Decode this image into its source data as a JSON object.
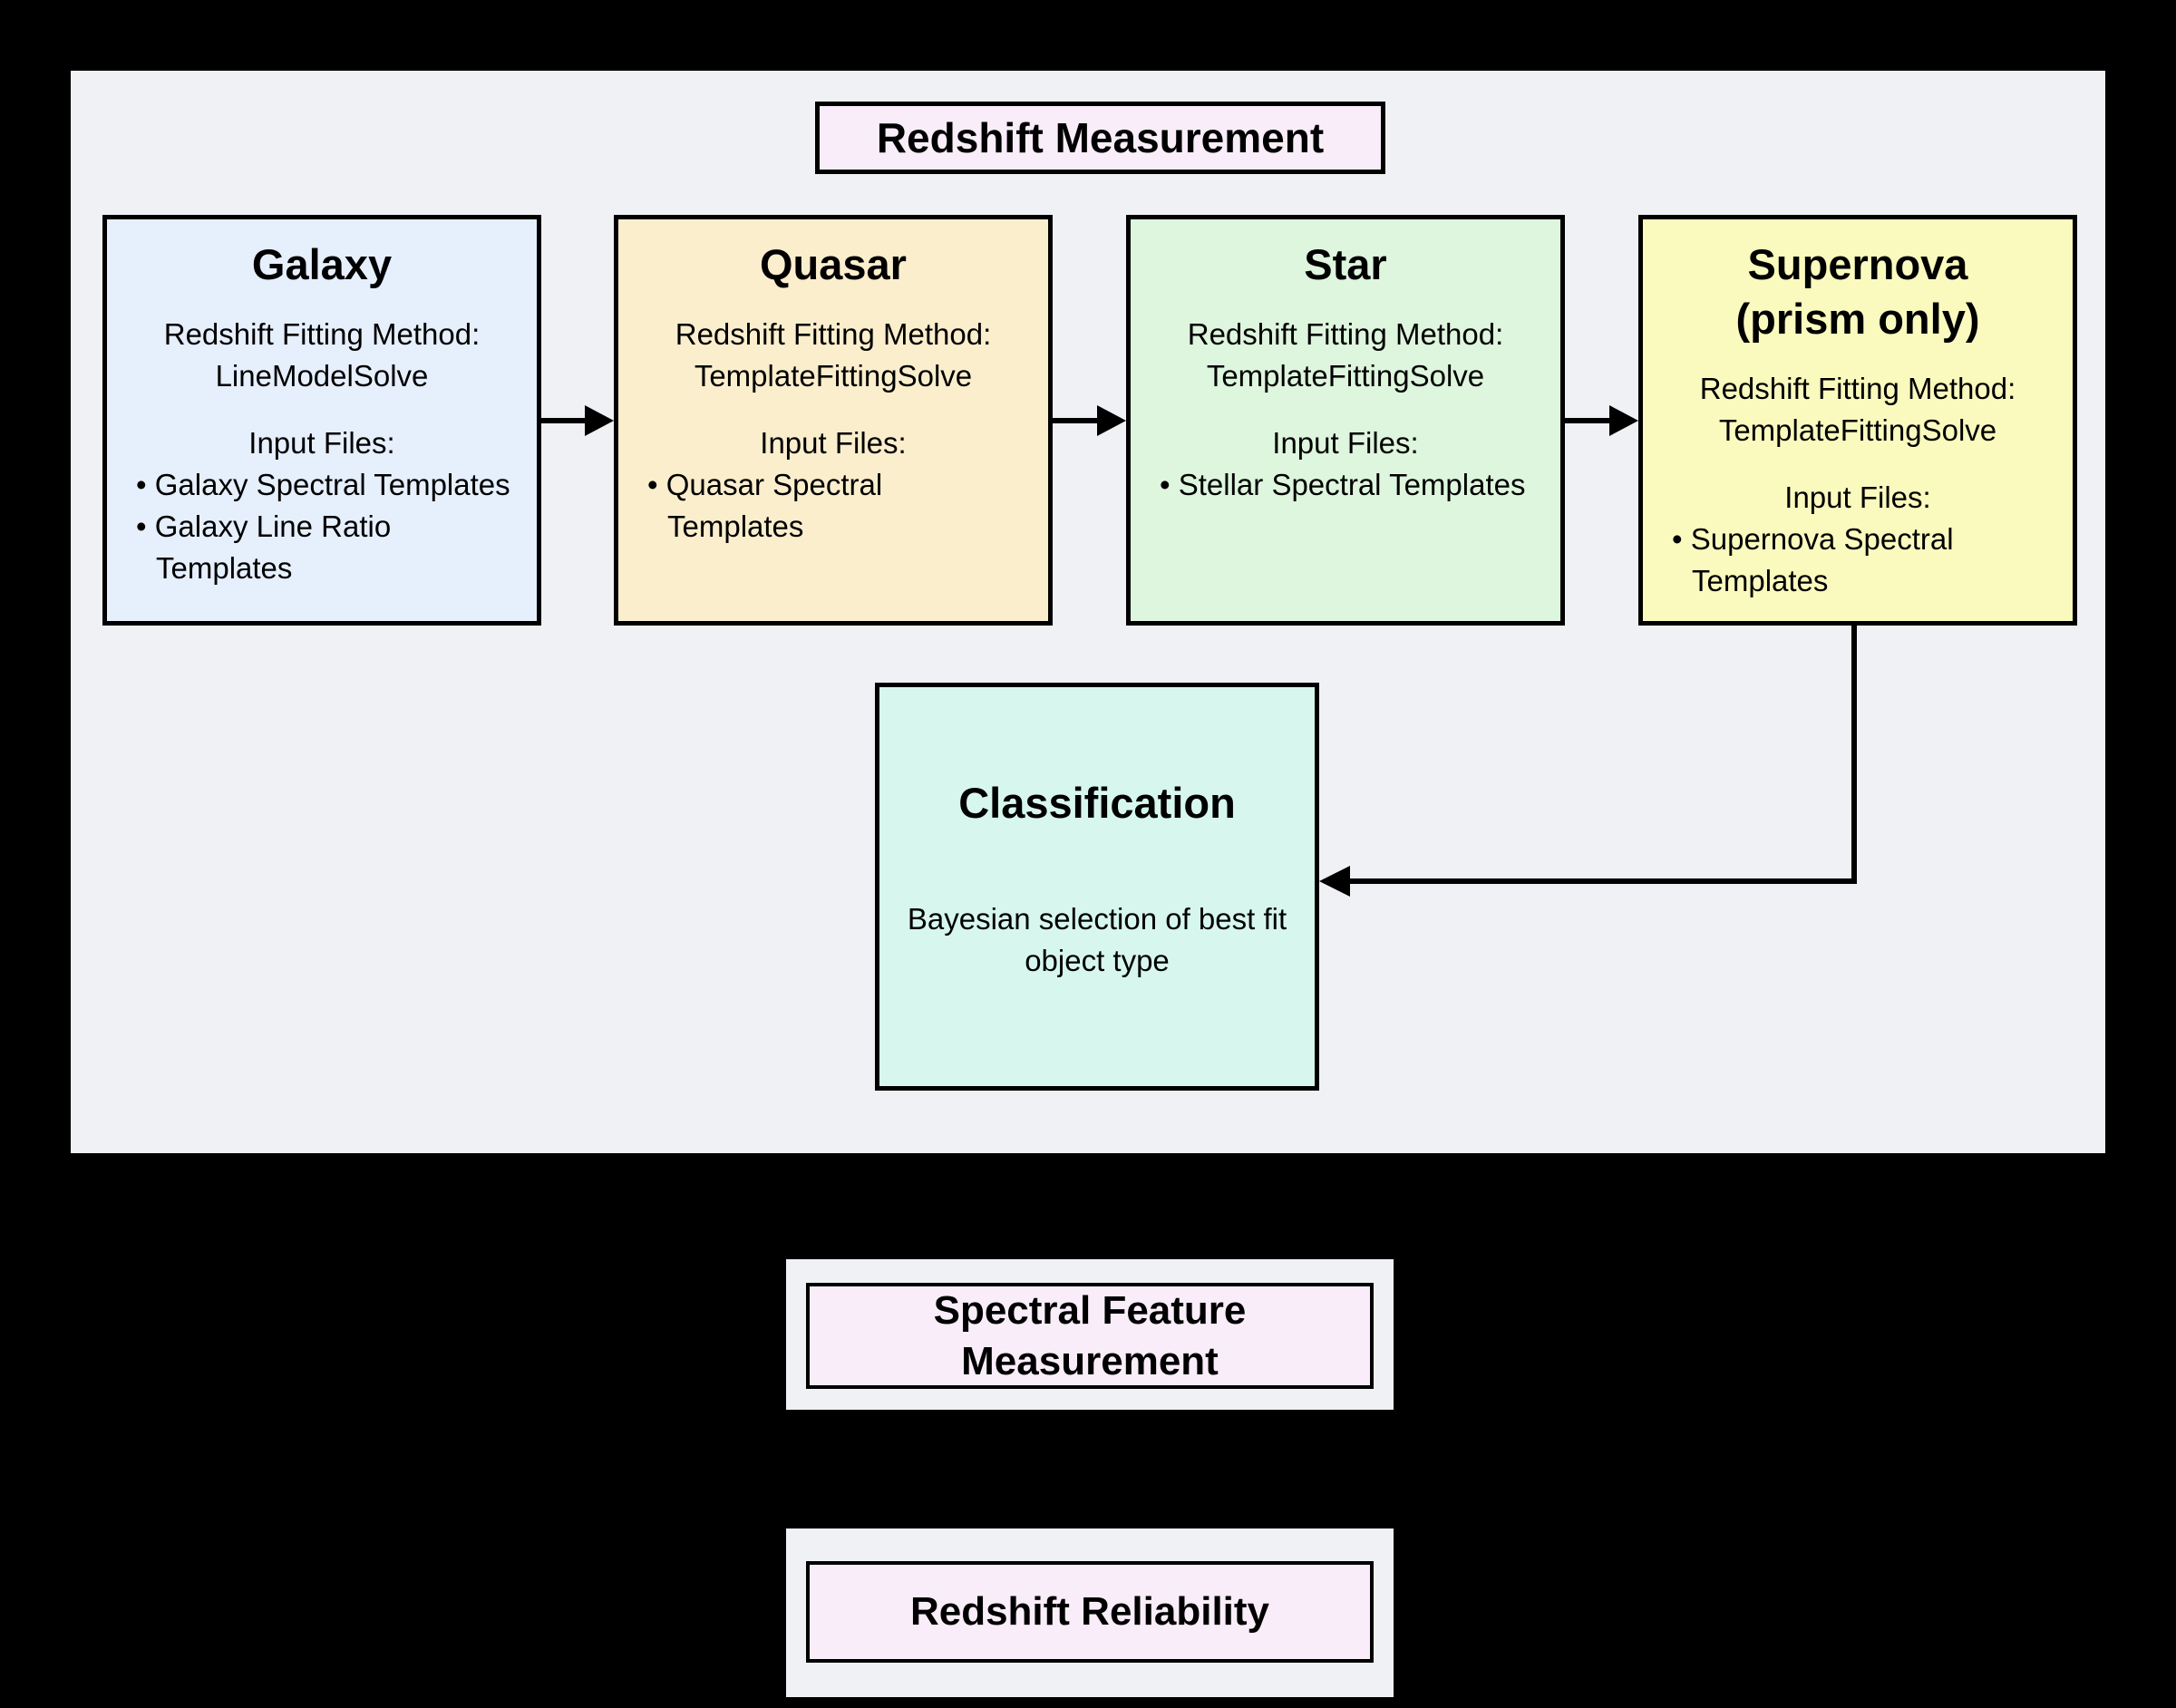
{
  "colors": {
    "background": "#000000",
    "panel": "#eff1f4",
    "title_fill": "#f9edfa",
    "galaxy": "#e6effc",
    "quasar": "#fbeecd",
    "star": "#def5de",
    "supernova": "#fafabe",
    "classification": "#d7f7ee",
    "container": "#eff1f4",
    "pink_box": "#f9edfa",
    "line": "#000000"
  },
  "title": {
    "label": "Redshift Measurement"
  },
  "pipeline": {
    "boxes": [
      {
        "id": "galaxy",
        "heading": "Galaxy",
        "method": "Redshift Fitting Method:\nLineModelSolve",
        "input_files_label": "Input Files:",
        "inputs": [
          "Galaxy Spectral Templates",
          "Galaxy Line Ratio\nTemplates"
        ]
      },
      {
        "id": "quasar",
        "heading": "Quasar",
        "method": "Redshift Fitting Method:\nTemplateFittingSolve",
        "input_files_label": "Input Files:",
        "inputs": [
          "Quasar Spectral\nTemplates"
        ]
      },
      {
        "id": "star",
        "heading": "Star",
        "method": "Redshift Fitting Method:\nTemplateFittingSolve",
        "input_files_label": "Input Files:",
        "inputs": [
          "Stellar Spectral Templates"
        ]
      },
      {
        "id": "supernova",
        "heading": "Supernova\n(prism only)",
        "method": "Redshift Fitting Method:\nTemplateFittingSolve",
        "input_files_label": "Input Files:",
        "inputs": [
          "Supernova Spectral\nTemplates"
        ]
      }
    ]
  },
  "classification": {
    "heading": "Classification",
    "description": "Bayesian selection of best fit\nobject type"
  },
  "bottom_boxes": [
    {
      "label": "Spectral Feature\nMeasurement"
    },
    {
      "label": "Redshift Reliability"
    }
  ]
}
